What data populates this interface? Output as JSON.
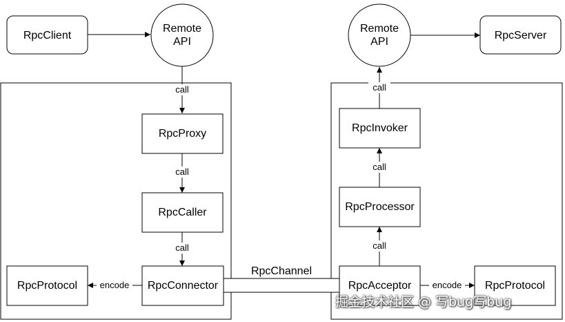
{
  "nodes": {
    "rpc_client": "RpcClient",
    "remote_api_left_line1": "Remote",
    "remote_api_left_line2": "API",
    "remote_api_right_line1": "Remote",
    "remote_api_right_line2": "API",
    "rpc_server": "RpcServer",
    "rpc_proxy": "RpcProxy",
    "rpc_caller": "RpcCaller",
    "rpc_connector": "RpcConnector",
    "rpc_protocol_left": "RpcProtocol",
    "rpc_invoker": "RpcInvoker",
    "rpc_processor": "RpcProcessor",
    "rpc_acceptor": "RpcAcceptor",
    "rpc_protocol_right": "RpcProtocol"
  },
  "edges": {
    "call_api_to_proxy": "call",
    "call_proxy_to_caller": "call",
    "call_caller_to_connector": "call",
    "encode_left": "encode",
    "call_invoker_to_api": "call",
    "call_processor_to_invoker": "call",
    "call_acceptor_to_processor": "call",
    "encode_right": "encode"
  },
  "channel": {
    "label": "RpcChannel"
  },
  "watermark": {
    "text": "掘金技术社区 @ 写bug写bug"
  },
  "colors": {
    "stroke": "#000000",
    "background": "#ffffff"
  }
}
